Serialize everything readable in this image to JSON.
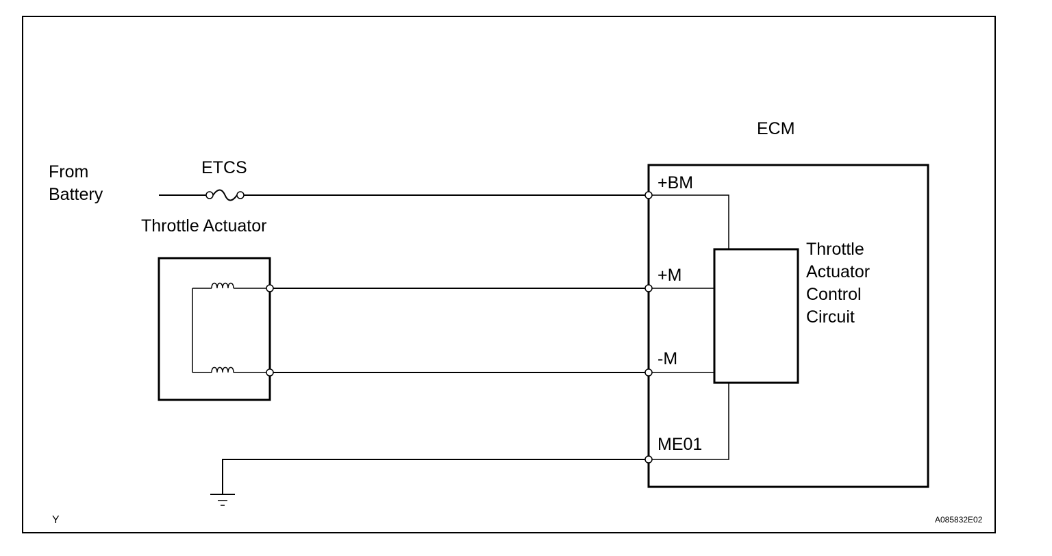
{
  "labels": {
    "ecm": "ECM",
    "from_battery_line1": "From",
    "from_battery_line2": "Battery",
    "fuse": "ETCS",
    "throttle_actuator": "Throttle Actuator",
    "control_circuit": [
      "Throttle",
      "Actuator",
      "Control",
      "Circuit"
    ],
    "terminals": {
      "bm": "+BM",
      "pm": "+M",
      "mm": "-M",
      "me01": "ME01"
    },
    "corner_left": "Y",
    "figure_code": "A085832E02"
  }
}
